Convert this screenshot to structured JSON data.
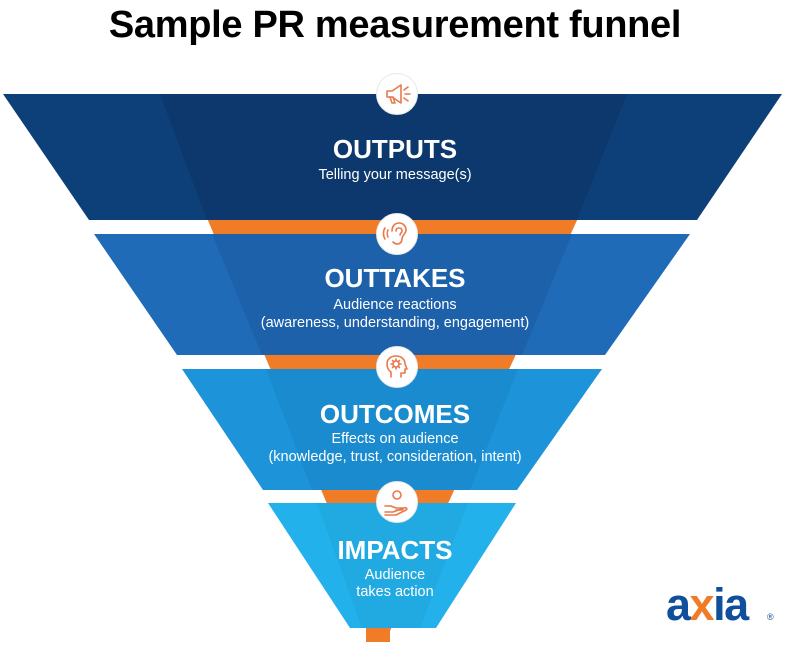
{
  "title": "Sample PR measurement funnel",
  "tiers": [
    {
      "title": "OUTPUTS",
      "lines": [
        "Telling your message(s)"
      ],
      "icon": "megaphone-icon",
      "color": "#0d3f79"
    },
    {
      "title": "OUTTAKES",
      "lines": [
        "Audience reactions",
        "(awareness, understanding, engagement)"
      ],
      "icon": "ear-icon",
      "color": "#1f6bb8"
    },
    {
      "title": "OUTCOMES",
      "lines": [
        "Effects on audience",
        "(knowledge, trust, consideration, intent)"
      ],
      "icon": "head-gear-icon",
      "color": "#1d94d9"
    },
    {
      "title": "IMPACTS",
      "lines": [
        "Audience",
        "takes action"
      ],
      "icon": "hand-person-icon",
      "color": "#23b1eb"
    }
  ],
  "colors": {
    "accent_orange": "#f07c28",
    "icon_stroke": "#e8794b"
  },
  "logo": {
    "text_a": "a",
    "text_x": "x",
    "text_ia": "ia",
    "registered": "®"
  }
}
